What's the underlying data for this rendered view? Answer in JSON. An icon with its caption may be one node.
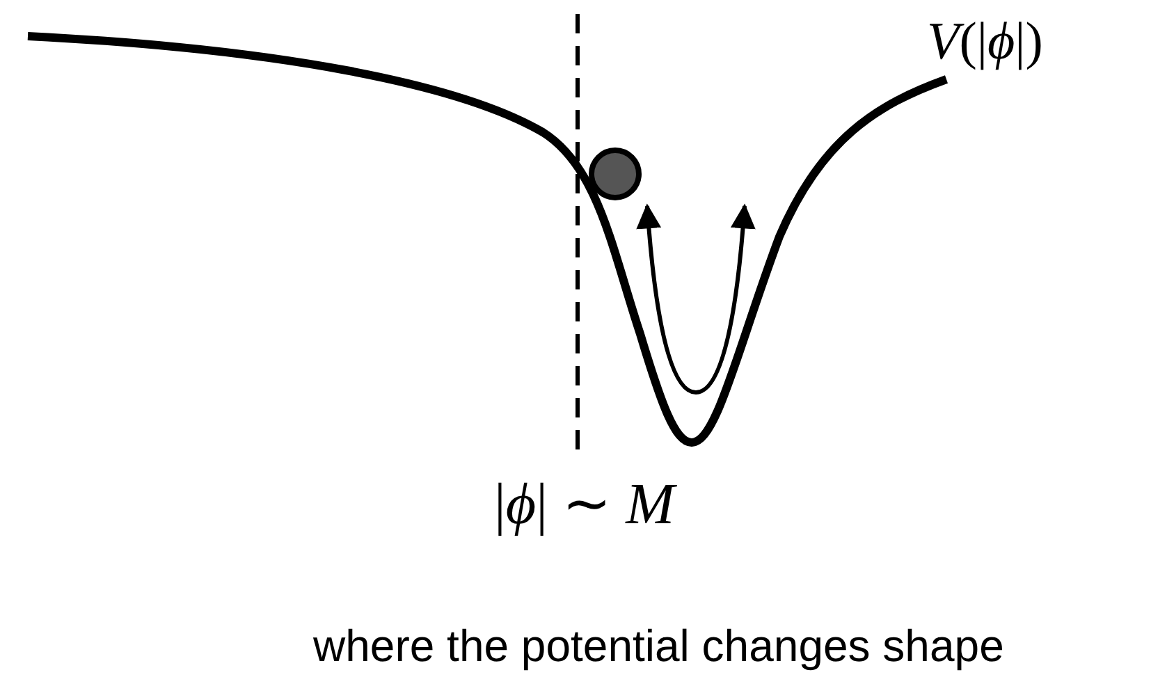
{
  "diagram": {
    "labels": [
      "*V*(|*ϕ*|)",
      "|*ϕ*| ∼ *M*"
    ],
    "caption": "where the potential changes shape"
  }
}
